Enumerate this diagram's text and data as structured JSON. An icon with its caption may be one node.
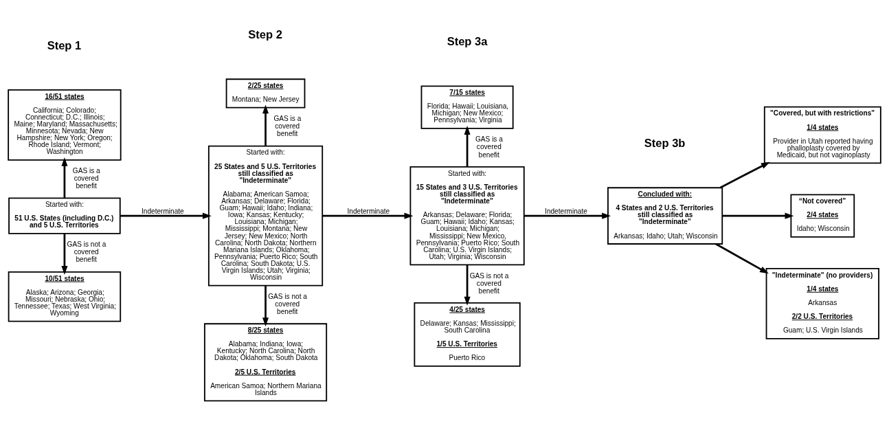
{
  "diagram": {
    "nodes": [
      {
        "text": [
          "Started with:",
          "51 U.S. States (including D.C.) and 5 U.S. Territories"
        ]
      },
      {
        "text": [
          "16/51 states",
          "California; Colorado; Connecticut; D.C.; Illinois; Maine; Maryland; Massachusetts; Minnesota; Nevada; New Hampshire; New York; Oregon; Rhode Island; Vermont; Washington"
        ]
      },
      {
        "text": [
          "10/51 states",
          "Alaska; Arizona; Georgia; Missouri; Nebraska; Ohio; Tennessee; Texas; West Virginia; Wyoming"
        ]
      },
      {
        "text": [
          "Started with:",
          "25 States and 5 U.S. Territories still classified as \"Indeterminate\"",
          "Alabama; American Samoa; Arkansas; Delaware; Florida; Guam; Hawaii; Idaho; Indiana; Iowa; Kansas; Kentucky; Louisiana; Michigan; Mississippi; Montana; New Jersey; New Mexico; North Carolina; North Dakota; Northern Mariana Islands; Oklahoma; Pennsylvania; Puerto Rico; South Carolina; South Dakota; U.S. Virgin Islands; Utah; Virginia; Wisconsin"
        ]
      },
      {
        "text": [
          "2/25 states",
          "Montana; New Jersey"
        ]
      },
      {
        "text": [
          "8/25 states",
          "Alabama; Indiana; Iowa; Kentucky; North Carolina; North Dakota; Oklahoma; South Dakota",
          "2/5 U.S. Territories",
          "American Samoa; Northern Mariana Islands"
        ]
      },
      {
        "text": [
          "Started with:",
          "15 States and 3 U.S. Territories still classified as \"Indeterminate\"",
          "Arkansas; Delaware; Florida; Guam; Hawaii; Idaho; Kansas; Louisiana; Michigan; Mississippi; New Mexico, Pennsylvania; Puerto Rico; South Carolina; U.S. Virgin Islands; Utah; Virginia; Wisconsin"
        ]
      },
      {
        "text": [
          "7/15 states",
          "Florida; Hawaii; Louisiana, Michigan; New Mexico; Pennsylvania; Virginia"
        ]
      },
      {
        "text": [
          "4/25 states",
          "Delaware; Kansas; Mississippi; South Carolina",
          "1/5 U.S. Territories",
          "Puerto Rico"
        ]
      },
      {
        "text": [
          "Concluded with:",
          "4 States and 2 U.S. Territories still classified as \"Indeterminate\"",
          "Arkansas; Idaho; Utah; Wisconsin"
        ]
      },
      {
        "text": [
          "\"Covered, but with restrictions\"",
          "1/4 states",
          "Provider in Utah reported having phalloplasty covered by Medicaid, but not vaginoplasty"
        ]
      },
      {
        "text": [
          "“Not covered”",
          "2/4 states",
          "Idaho; Wisconsin"
        ]
      },
      {
        "text": [
          "\"Indeterminate\" (no providers)",
          "1/4 states",
          "Arkansas",
          "2/2 U.S. Territories",
          "Guam; U.S. Virgin Islands"
        ]
      }
    ],
    "edges": [
      {
        "from": 0,
        "to": 1,
        "arrow": "to",
        "label": "GAS is a covered benefit"
      },
      {
        "from": 0,
        "to": 2,
        "arrow": "to",
        "label": "GAS is not a covered benefit"
      },
      {
        "from": 0,
        "to": 3,
        "arrow": "to",
        "label": "Indeterminate"
      },
      {
        "from": 3,
        "to": 4,
        "arrow": "to",
        "label": "GAS is a covered benefit"
      },
      {
        "from": 3,
        "to": 5,
        "arrow": "to",
        "label": "GAS is not a covered benefit"
      },
      {
        "from": 3,
        "to": 6,
        "arrow": "to",
        "label": "Indeterminate"
      },
      {
        "from": 6,
        "to": 7,
        "arrow": "to",
        "label": "GAS is a covered benefit"
      },
      {
        "from": 6,
        "to": 8,
        "arrow": "to",
        "label": "GAS is not a covered benefit"
      },
      {
        "from": 6,
        "to": 9,
        "arrow": "to",
        "label": "Indeterminate"
      },
      {
        "from": 9,
        "to": 10,
        "arrow": "to"
      },
      {
        "from": 9,
        "to": 11,
        "arrow": "to"
      },
      {
        "from": 9,
        "to": 12,
        "arrow": "to"
      }
    ],
    "labels": [
      "Step 1",
      "Step 2",
      "Step 3a",
      "Step 3b"
    ]
  }
}
